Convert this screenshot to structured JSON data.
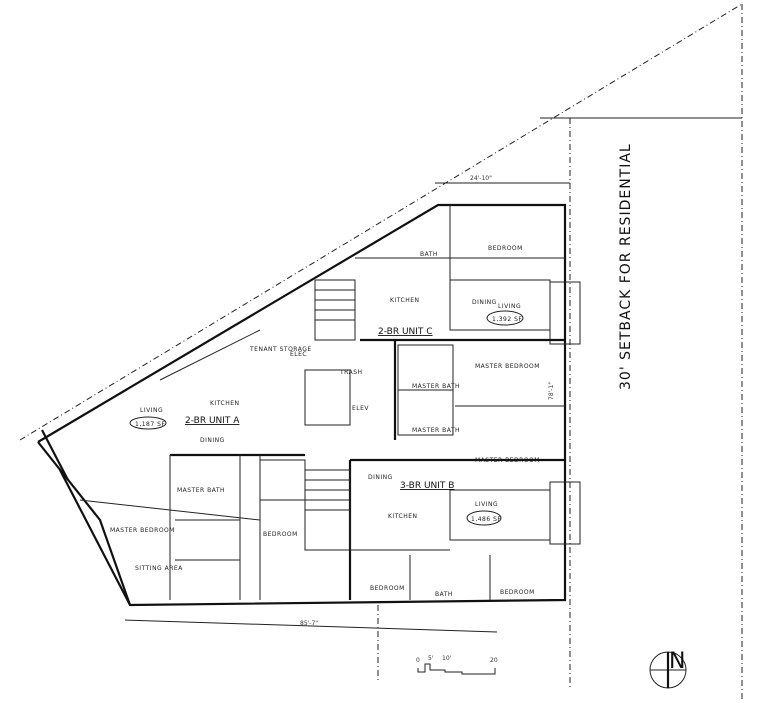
{
  "units": {
    "unit_a": {
      "name": "2-BR UNIT A",
      "area": "1,187 SF"
    },
    "unit_b": {
      "name": "3-BR UNIT B",
      "area": "1,486 SF"
    },
    "unit_c": {
      "name": "2-BR UNIT C",
      "area": "1,392 SF"
    }
  },
  "rooms": {
    "bedroom": "BEDROOM",
    "bath": "BATH",
    "kitchen": "KITCHEN",
    "dining": "DINING",
    "living": "LIVING",
    "master_bedroom": "MASTER BEDROOM",
    "master_bath": "MASTER BATH",
    "tenant_storage": "TENANT STORAGE",
    "elec": "ELEC",
    "trash": "TRASH",
    "elev": "ELEV",
    "sitting_area": "SITTING AREA"
  },
  "dimensions": {
    "top_width": "24'-10\"",
    "bottom_width": "85'-7\"",
    "right_depth": "78'-1\""
  },
  "setback_note": "30' SETBACK FOR RESIDENTIAL",
  "scale_bar": {
    "ticks": [
      "0",
      "5'",
      "10'",
      "20"
    ]
  },
  "north_arrow": "N"
}
